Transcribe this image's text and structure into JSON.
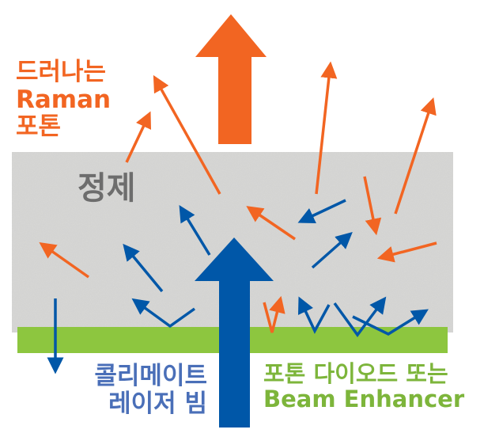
{
  "labels": {
    "raman_photons": [
      "드러나는",
      "Raman",
      "포톤"
    ],
    "sample": "정제",
    "laser": [
      "콜리메이트",
      "레이저 빔"
    ],
    "detector": [
      "포톤 다이오드 또는",
      "Beam Enhancer"
    ]
  },
  "colors": {
    "raman": "#F26522",
    "laser": "#0057A8",
    "detector": "#8DC63F",
    "sample": "#d8d8d6"
  }
}
